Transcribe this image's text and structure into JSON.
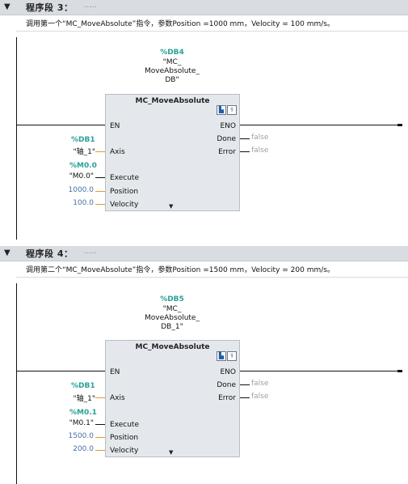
{
  "segments": [
    {
      "header": {
        "title": "程序段 3：",
        "dots": "....."
      },
      "comment": "调用第一个“MC_MoveAbsolute”指令，参数Position =1000 mm，Velocity = 100 mm/s。",
      "instance_db": {
        "address": "%DB4",
        "name": "\"MC_\nMoveAbsolute_\nDB\""
      },
      "block_title": "MC_MoveAbsolute",
      "pins": {
        "en": "EN",
        "eno": "ENO",
        "done": "Done",
        "error": "Error",
        "axis": "Axis",
        "execute": "Execute",
        "position": "Position",
        "velocity": "Velocity"
      },
      "outputs": {
        "done_value": "false",
        "error_value": "false"
      },
      "axis_param": {
        "address": "%DB1",
        "name": "\"轴_1\""
      },
      "execute_param": {
        "address": "%M0.0",
        "name": "\"M0.0\""
      },
      "position_value": "1000.0",
      "velocity_value": "100.0"
    },
    {
      "header": {
        "title": "程序段 4：",
        "dots": "....."
      },
      "comment": "调用第二个“MC_MoveAbsolute”指令，参数Position =1500 mm，Velocity = 200 mm/s。",
      "instance_db": {
        "address": "%DB5",
        "name": "\"MC_\nMoveAbsolute_\nDB_1\""
      },
      "block_title": "MC_MoveAbsolute",
      "pins": {
        "en": "EN",
        "eno": "ENO",
        "done": "Done",
        "error": "Error",
        "axis": "Axis",
        "execute": "Execute",
        "position": "Position",
        "velocity": "Velocity"
      },
      "outputs": {
        "done_value": "false",
        "error_value": "false"
      },
      "axis_param": {
        "address": "%DB1",
        "name": "\"轴_1\""
      },
      "execute_param": {
        "address": "%M0.1",
        "name": "\"M0.1\""
      },
      "position_value": "1500.0",
      "velocity_value": "200.0"
    }
  ],
  "icons": {
    "collapse": "triangle-down-icon",
    "block_open": "block-open-icon",
    "block_stethoscope": "stethoscope-icon",
    "dropdown": "dropdown-arrow-icon"
  }
}
